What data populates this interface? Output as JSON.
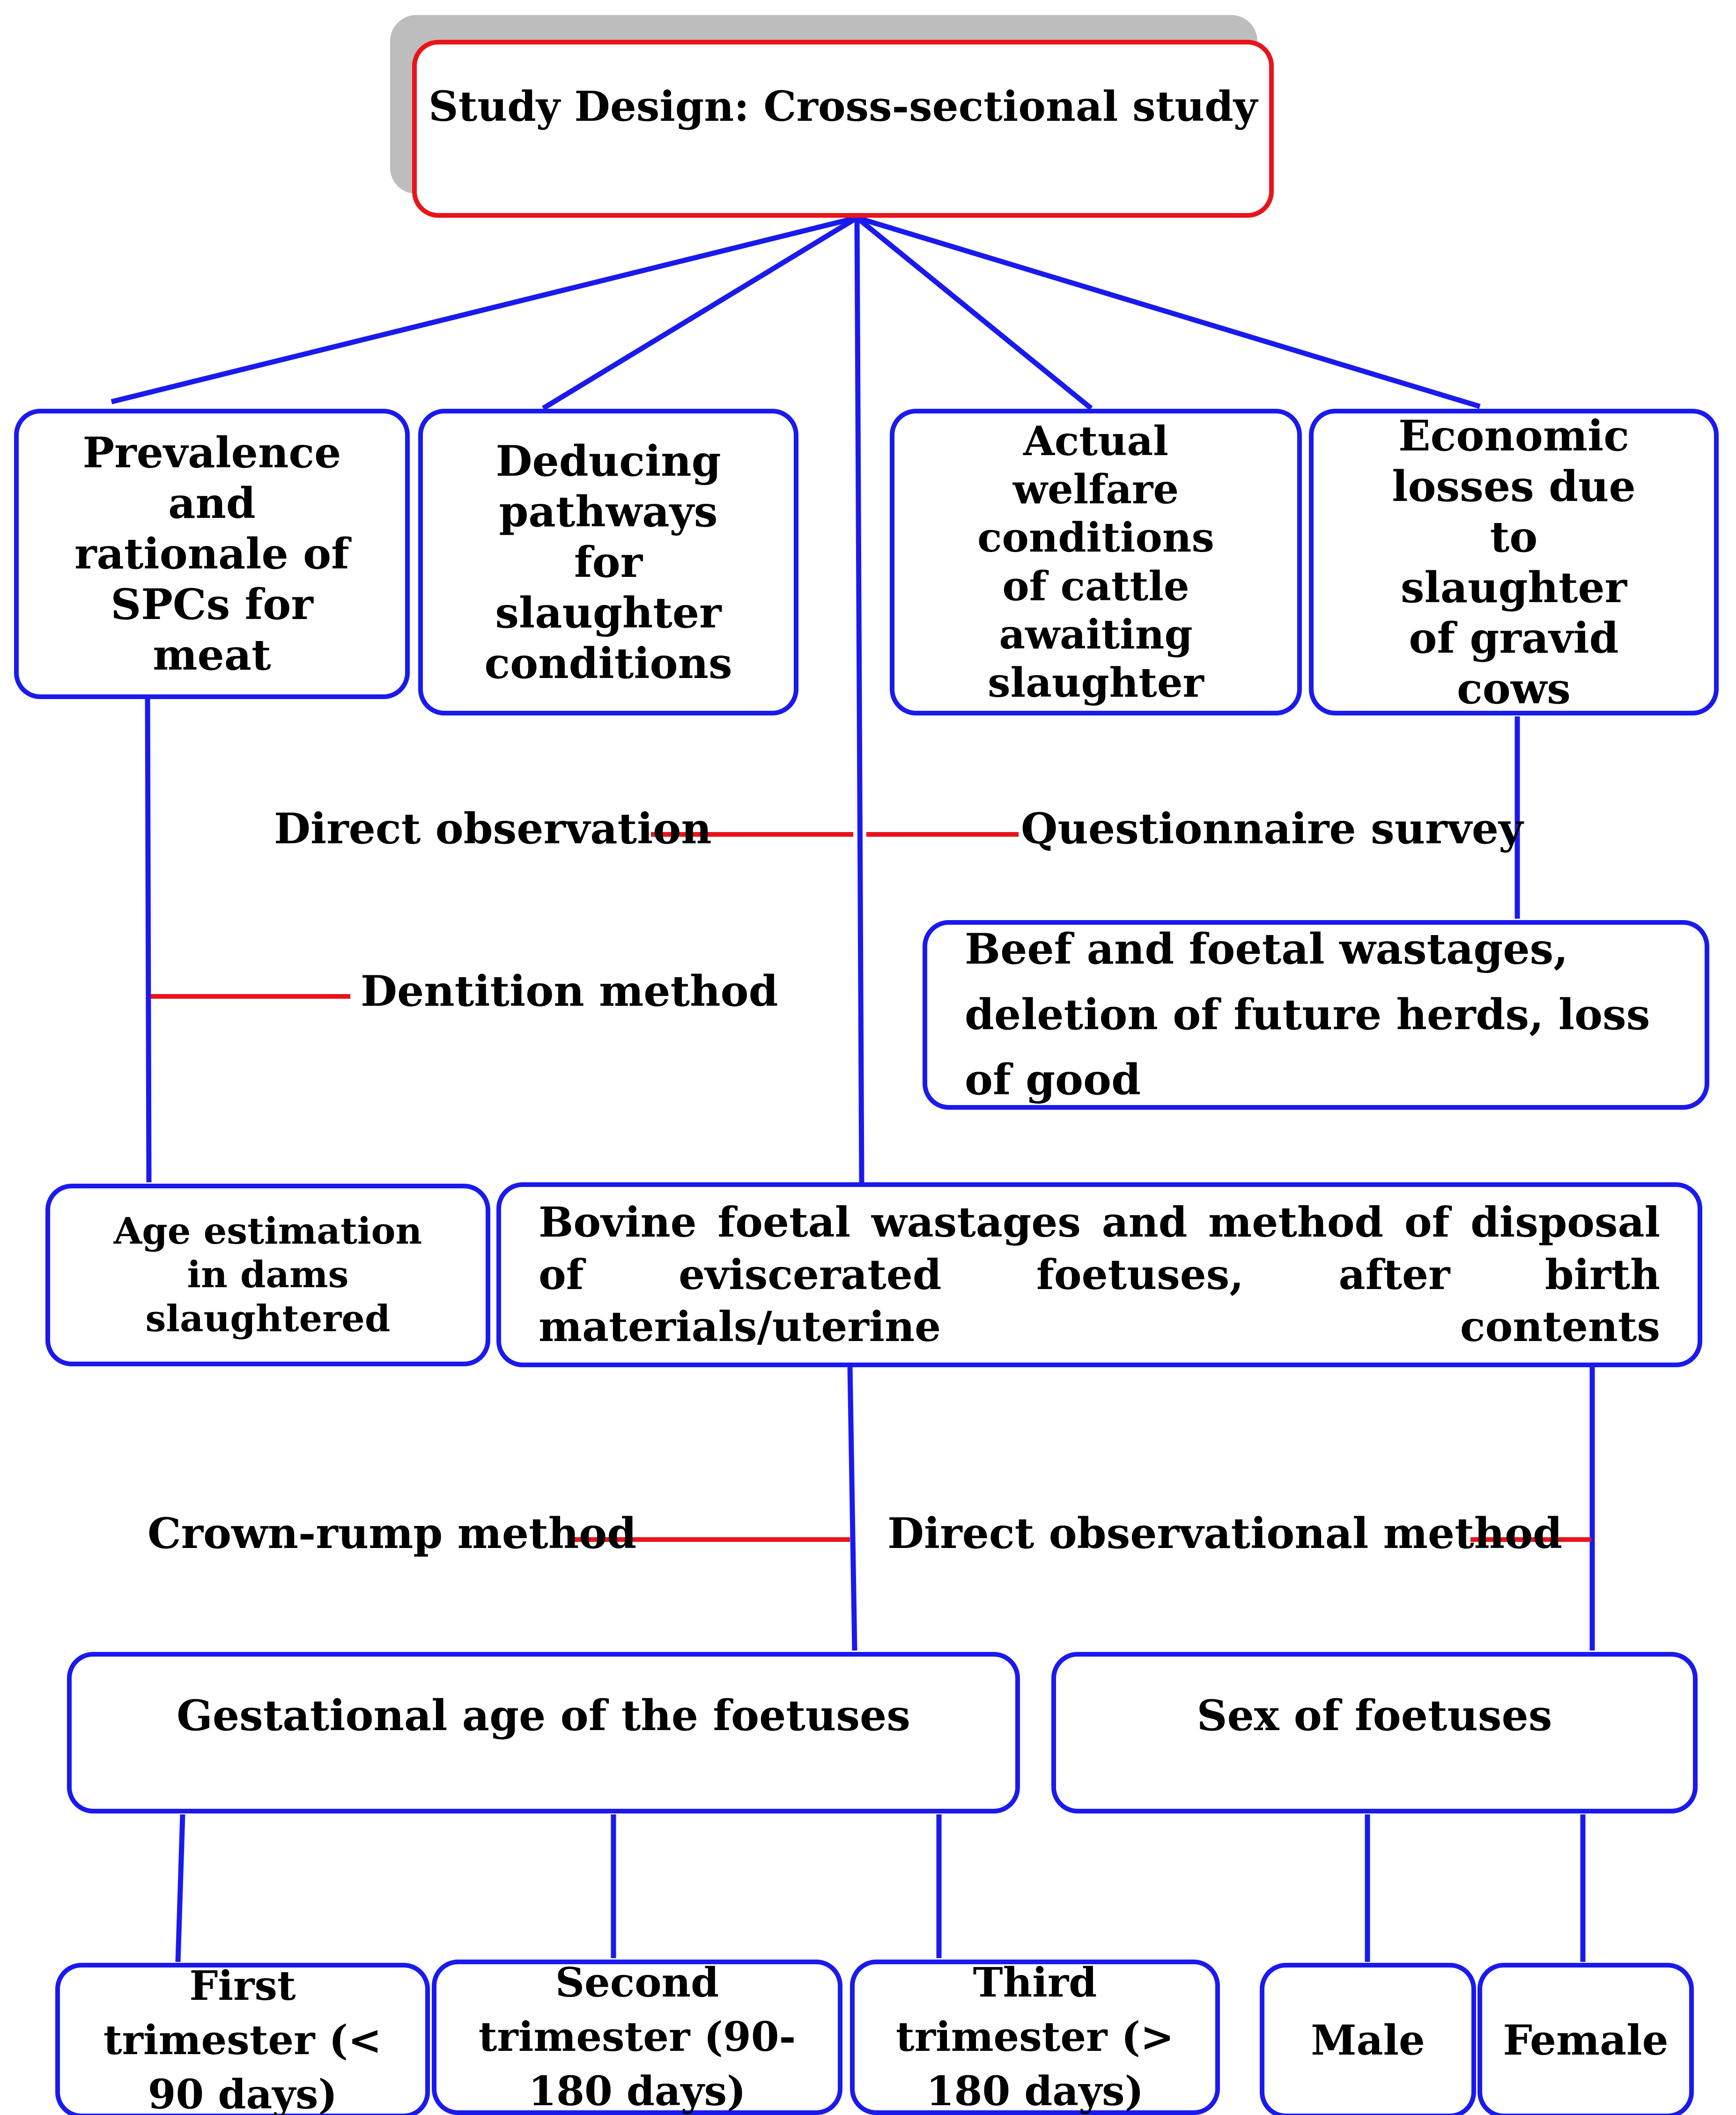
{
  "colors": {
    "box_border": "#1a1aee",
    "top_border": "#e8141a",
    "arrow_blue": "#1a1aee",
    "arrow_red": "#e8141a",
    "shadow": "#bdbdbd"
  },
  "nodes": {
    "study_design": "Study Design: Cross-sectional study",
    "prevalence": "Prevalence and rationale of SPCs for meat",
    "deducing": "Deducing pathways for slaughter conditions",
    "welfare": "Actual welfare conditions of cattle awaiting slaughter",
    "economic": "Economic losses due to slaughter of gravid cows",
    "beef_wastage": "Beef and foetal wastages, deletion of future herds, loss of good",
    "age_estimation": "Age estimation in dams slaughtered",
    "foetal_wastage": "Bovine foetal wastages and method of disposal of eviscerated foetuses, after birth materials/uterine contents",
    "gestational_age": "Gestational age of the foetuses",
    "sex": "Sex of foetuses",
    "first_trimester": "First trimester (< 90 days)",
    "second_trimester": "Second trimester (90-180 days)",
    "third_trimester": "Third trimester (> 180 days)",
    "male": "Male",
    "female": "Female"
  },
  "labels": {
    "direct_observation": "Direct observation",
    "questionnaire": "Questionnaire survey",
    "dentition": "Dentition method",
    "crown_rump": "Crown-rump method",
    "direct_observational": "Direct observational method"
  }
}
